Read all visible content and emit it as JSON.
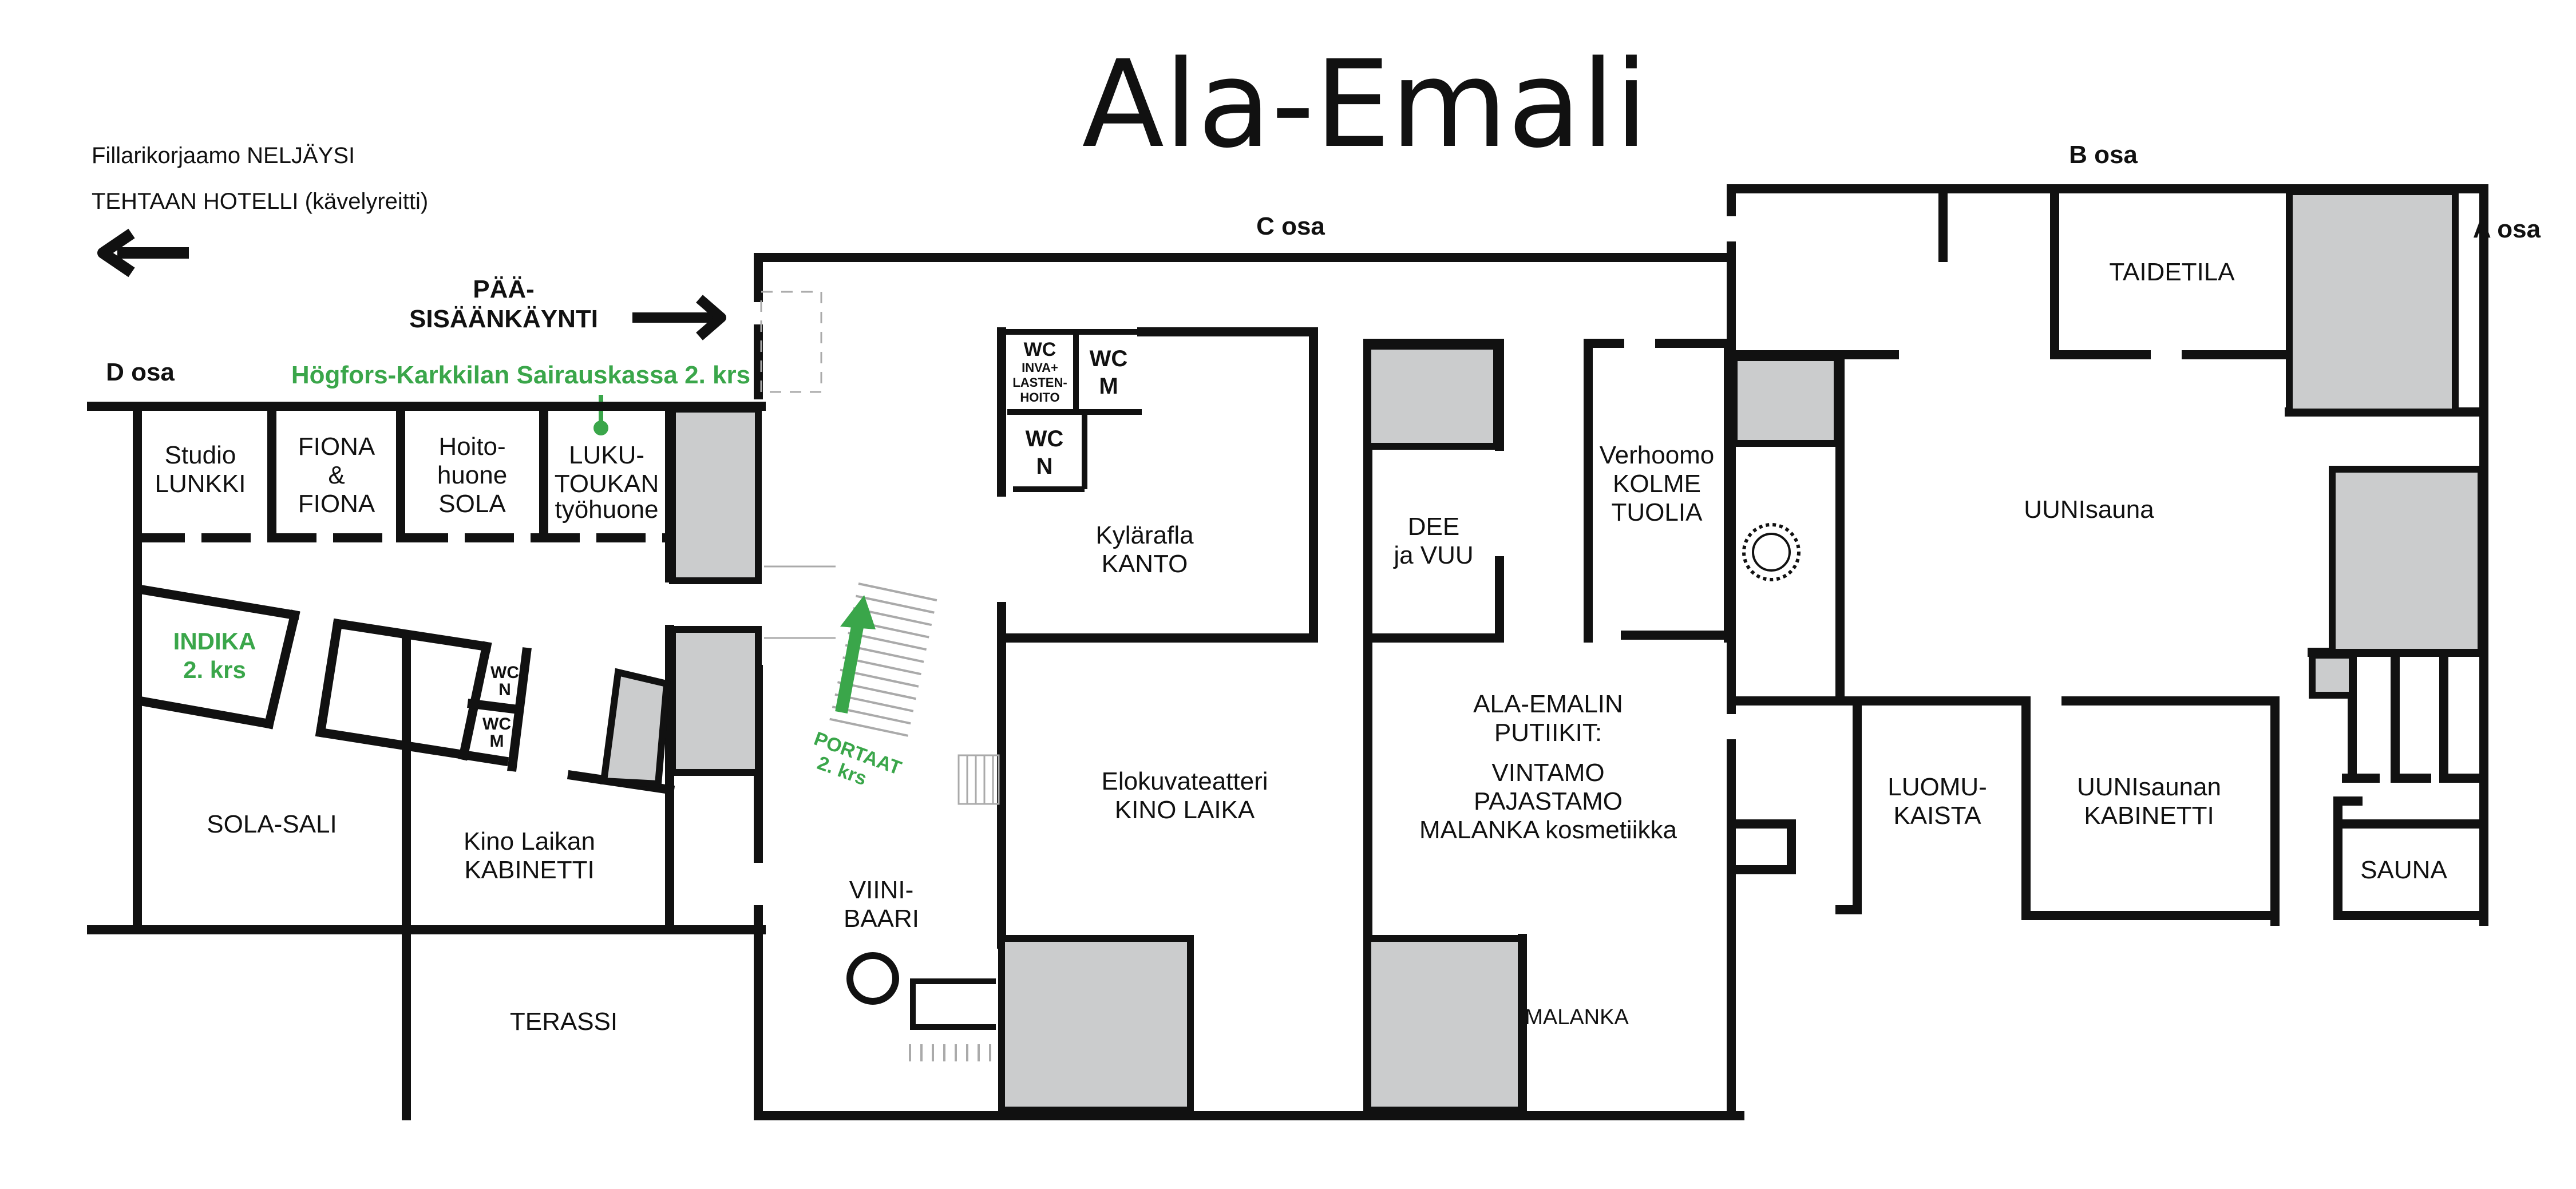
{
  "title": "Ala-Emali",
  "notes": {
    "line1": "Fillarikorjaamo NELJÄYSI",
    "line2": "TEHTAAN HOTELLI (kävelyreitti)"
  },
  "entrance": {
    "line1": "PÄÄ-",
    "line2": "SISÄÄNKÄYNTI"
  },
  "sections": {
    "a": "A osa",
    "b": "B osa",
    "c": "C osa",
    "d": "D osa"
  },
  "highlight": {
    "sairauskassa": "Högfors-Karkkilan Sairauskassa 2. krs",
    "indika": [
      "INDIKA",
      "2. krs"
    ],
    "portaat": [
      "PORTAAT",
      "2. krs"
    ]
  },
  "rooms": {
    "studio_lunkki": [
      "Studio",
      "LUNKKI"
    ],
    "fiona": [
      "FIONA",
      "&",
      "FIONA"
    ],
    "hoitohuone": [
      "Hoito-",
      "huone",
      "SOLA"
    ],
    "lukutoukan": [
      "LUKU-",
      "TOUKAN",
      "työhuone"
    ],
    "sola_sali": "SOLA-SALI",
    "kino_kabinetti": [
      "Kino Laikan",
      "KABINETTI"
    ],
    "terassi": "TERASSI",
    "viinibaari": [
      "VIINI-",
      "BAARI"
    ],
    "wc_inva": [
      "WC",
      "INVA+",
      "LASTEN-",
      "HOITO"
    ],
    "wc_m_top": [
      "WC",
      "M"
    ],
    "wc_n_top": [
      "WC",
      "N"
    ],
    "wc_n_left": [
      "WC",
      "N"
    ],
    "wc_m_left": [
      "WC",
      "M"
    ],
    "kylarafla": [
      "Kylärafla",
      "KANTO"
    ],
    "kino_laika": [
      "Elokuvateatteri",
      "KINO LAIKA"
    ],
    "dee_vuu": [
      "DEE",
      "ja VUU"
    ],
    "verhoomo": [
      "Verhoomo",
      "KOLME",
      "TUOLIA"
    ],
    "putiikit": [
      "ALA-EMALIN",
      "PUTIIKIT:",
      "VINTAMO",
      "PAJASTAMO",
      "MALANKA kosmetiikka"
    ],
    "malanka": "MALANKA",
    "uunisauna": "UUNIsauna",
    "taidetila": "TAIDETILA",
    "luomukaista": [
      "LUOMU-",
      "KAISTA"
    ],
    "uunisaunan_kabinetti": [
      "UUNIsaunan",
      "KABINETTI"
    ],
    "sauna": "SAUNA"
  },
  "colors": {
    "accent": "#3aa64a",
    "wall": "#111111",
    "block": "#cbcccd"
  },
  "icons": {
    "arrow_left": "arrow-left-icon",
    "arrow_right": "arrow-right-icon",
    "stairs_arrow": "arrow-up-icon",
    "stove": "sauna-stove-icon",
    "table": "table-icon"
  }
}
